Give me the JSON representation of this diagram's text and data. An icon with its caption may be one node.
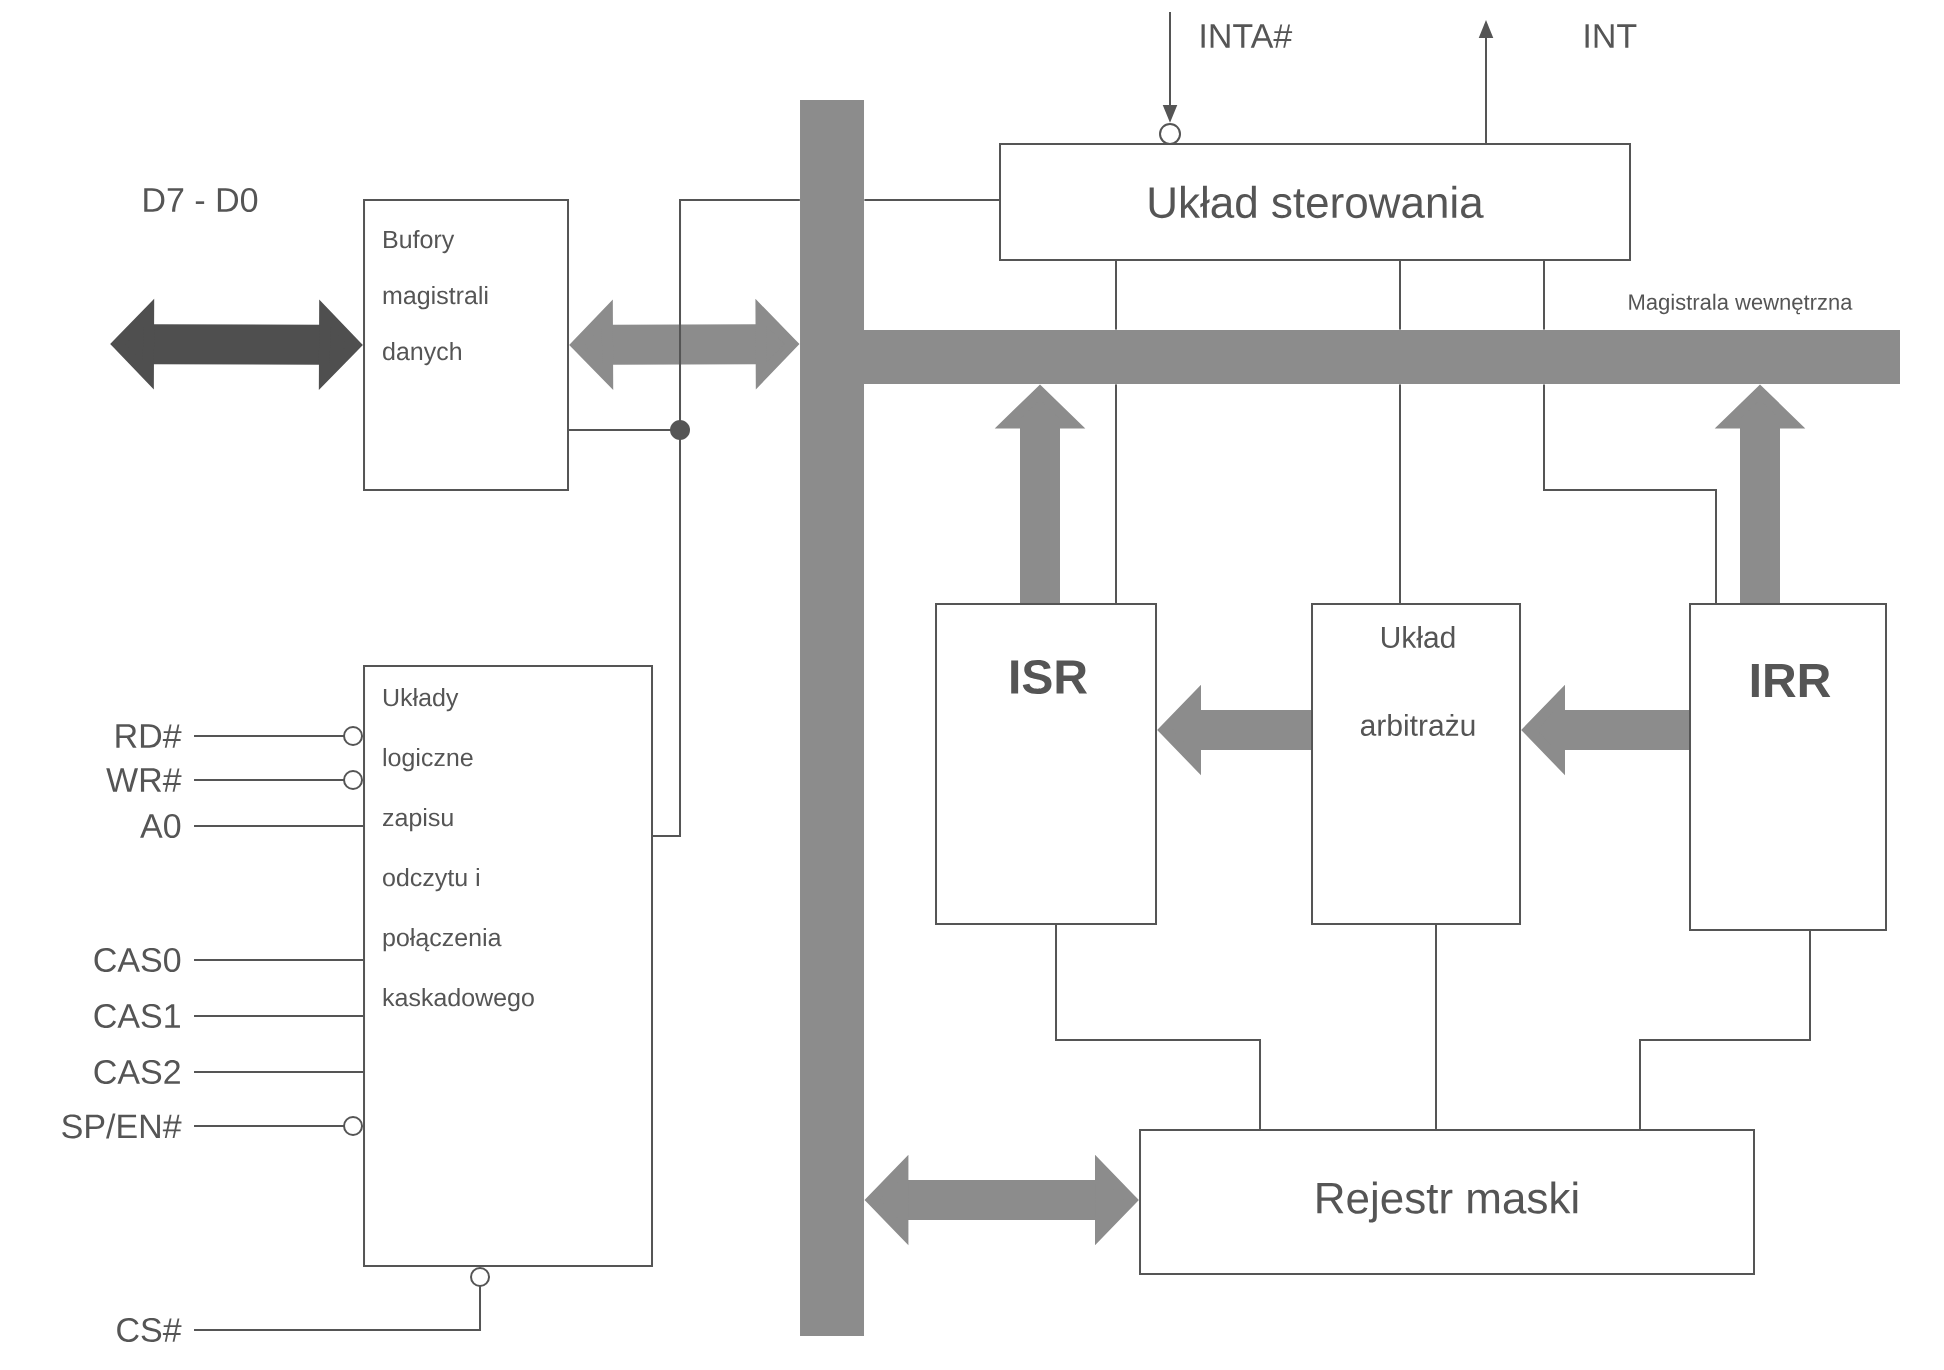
{
  "diagram": {
    "nodes": [
      {
        "text": [
          "INTA#"
        ]
      },
      {
        "text": [
          "INT"
        ]
      },
      {
        "text": [
          "Układ sterowania"
        ]
      },
      {
        "text": [
          "Bufory magistrali danych"
        ]
      },
      {
        "text": [],
        "shape": "bar"
      },
      {
        "text": [
          "Magistrala wewnętrzna"
        ]
      },
      {
        "text": [
          "ISR"
        ]
      },
      {
        "text": [
          "Układ arbitrażu"
        ]
      },
      {
        "text": [
          "IRR"
        ]
      },
      {
        "text": [
          "Układy logiczne zapisu odczytu i połączenia kaskadowego"
        ]
      },
      {
        "text": [
          "RD#"
        ]
      },
      {
        "text": [
          "WR#"
        ]
      },
      {
        "text": [
          "A0"
        ]
      },
      {
        "text": [
          "CAS0"
        ]
      },
      {
        "text": [
          "CAS1"
        ]
      },
      {
        "text": [
          "CAS2"
        ]
      },
      {
        "text": [
          "SP/EN#"
        ]
      },
      {
        "text": [
          "CS#"
        ]
      },
      {
        "text": [
          "Rejestr maski"
        ]
      }
    ],
    "edges": [
      {
        "from": null,
        "to": 3,
        "arrow": "both",
        "label": "D7 - D0",
        "style": "thick",
        "color": "#4f4f4f"
      },
      {
        "from": 3,
        "to": 4,
        "arrow": "both",
        "style": "thick",
        "color": "#8c8c8c"
      },
      {
        "from": 3,
        "to": 4,
        "arrow": "none"
      },
      {
        "from": 9,
        "to": 4,
        "arrow": "none"
      },
      {
        "from": 0,
        "to": 2,
        "arrow": "to"
      },
      {
        "from": 2,
        "to": 1,
        "arrow": "to"
      },
      {
        "from": 2,
        "to": 5,
        "arrow": "none"
      },
      {
        "from": 2,
        "to": 5,
        "arrow": "none"
      },
      {
        "from": 2,
        "to": 5,
        "arrow": "none"
      },
      {
        "from": 6,
        "to": 5,
        "arrow": "to",
        "style": "thick",
        "color": "#8c8c8c"
      },
      {
        "from": 8,
        "to": 5,
        "arrow": "to",
        "style": "thick",
        "color": "#8c8c8c"
      },
      {
        "from": 7,
        "to": 6,
        "arrow": "to",
        "style": "thick",
        "color": "#8c8c8c"
      },
      {
        "from": 8,
        "to": 7,
        "arrow": "to",
        "style": "thick",
        "color": "#8c8c8c"
      },
      {
        "from": 18,
        "to": 4,
        "arrow": "both",
        "style": "thick",
        "color": "#8c8c8c"
      },
      {
        "from": 6,
        "to": 18,
        "arrow": "none"
      },
      {
        "from": 7,
        "to": 18,
        "arrow": "none"
      },
      {
        "from": 8,
        "to": 18,
        "arrow": "none"
      },
      {
        "from": 10,
        "to": 9,
        "arrow": "other"
      },
      {
        "from": 11,
        "to": 9,
        "arrow": "other"
      },
      {
        "from": 12,
        "to": 9,
        "arrow": "none"
      },
      {
        "from": 13,
        "to": 9,
        "arrow": "none"
      },
      {
        "from": 14,
        "to": 9,
        "arrow": "none"
      },
      {
        "from": 15,
        "to": 9,
        "arrow": "none"
      },
      {
        "from": 16,
        "to": 9,
        "arrow": "other"
      },
      {
        "from": 17,
        "to": 9,
        "arrow": "other"
      },
      {
        "from": 4,
        "to": 2,
        "arrow": "none"
      },
      {
        "from": 5,
        "to": 6,
        "arrow": "none"
      },
      {
        "from": 5,
        "to": 7,
        "arrow": "none"
      },
      {
        "from": 5,
        "to": 8,
        "arrow": "none"
      }
    ]
  }
}
